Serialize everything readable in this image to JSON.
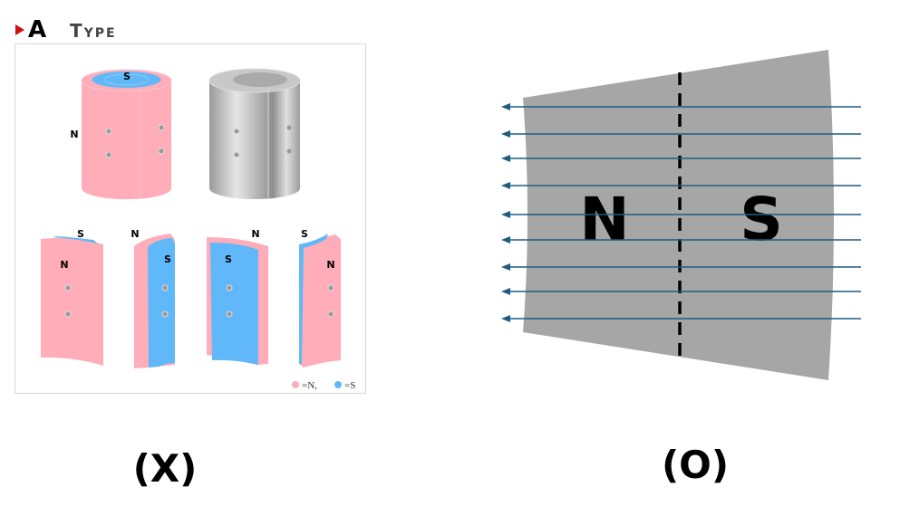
{
  "left_panel": {
    "heading_letter": "A",
    "heading_word": "Type",
    "caption": "(X)",
    "labels": {
      "cyl_s": "S",
      "cyl_n": "N",
      "seg1_s": "S",
      "seg1_n": "N",
      "seg2_n": "N",
      "seg2_s": "S",
      "seg3_n": "N",
      "seg3_s": "S",
      "seg4_s": "S",
      "seg4_n": "N"
    },
    "legend": {
      "n": "=N,",
      "s": "=S"
    }
  },
  "right_panel": {
    "north_label": "N",
    "south_label": "S",
    "caption": "(O)",
    "field_line_count": 9
  },
  "colors": {
    "north": "#ffadb9",
    "south": "#60b8f8",
    "magnet_grey": "#a6a6a6",
    "field_line": "#1f5c82",
    "heading_marker": "#cc1111"
  }
}
